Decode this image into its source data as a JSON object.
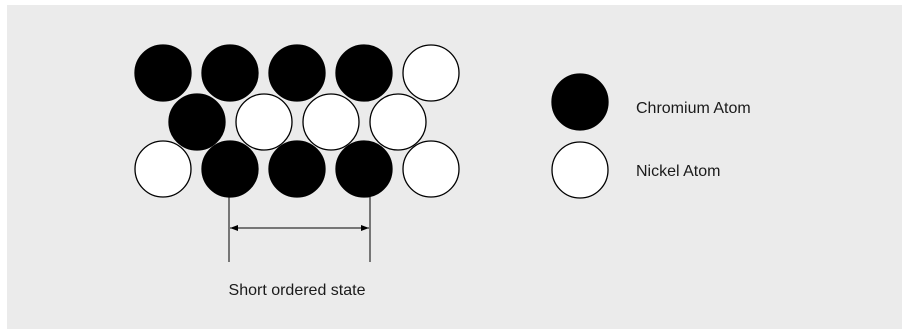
{
  "diagram": {
    "colors": {
      "chromium": "#000000",
      "nickel": "#ffffff",
      "outline": "#000000",
      "background": "#ebebeb"
    },
    "lattice": {
      "rows": [
        [
          1,
          1,
          1,
          1,
          0
        ],
        [
          1,
          0,
          0,
          0
        ],
        [
          0,
          1,
          1,
          1,
          0
        ]
      ]
    },
    "annotation": {
      "label": "Short ordered state"
    },
    "legend": {
      "chromium_label": "Chromium Atom",
      "nickel_label": "Nickel Atom"
    }
  }
}
